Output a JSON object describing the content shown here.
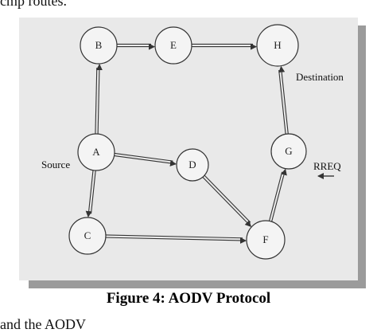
{
  "text_above": "cmp routes.",
  "text_below": "and the AODV",
  "caption": "Figure 4: AODV Protocol",
  "labels": {
    "source": "Source",
    "destination": "Destination",
    "rreq": "RREQ"
  },
  "nodes": [
    {
      "id": "A",
      "label": "A"
    },
    {
      "id": "B",
      "label": "B"
    },
    {
      "id": "C",
      "label": "C"
    },
    {
      "id": "D",
      "label": "D"
    },
    {
      "id": "E",
      "label": "E"
    },
    {
      "id": "F",
      "label": "F"
    },
    {
      "id": "G",
      "label": "G"
    },
    {
      "id": "H",
      "label": "H"
    }
  ],
  "edges": [
    {
      "from": "B",
      "to": "E"
    },
    {
      "from": "E",
      "to": "H"
    },
    {
      "from": "A",
      "to": "B"
    },
    {
      "from": "A",
      "to": "D"
    },
    {
      "from": "A",
      "to": "C"
    },
    {
      "from": "C",
      "to": "F"
    },
    {
      "from": "D",
      "to": "F"
    },
    {
      "from": "F",
      "to": "G"
    },
    {
      "from": "G",
      "to": "H"
    }
  ],
  "colors": {
    "panel": "#e9e9e9",
    "shadow": "#9b9b9b",
    "node_fill": "#f4f4f4",
    "stroke": "#333333"
  }
}
